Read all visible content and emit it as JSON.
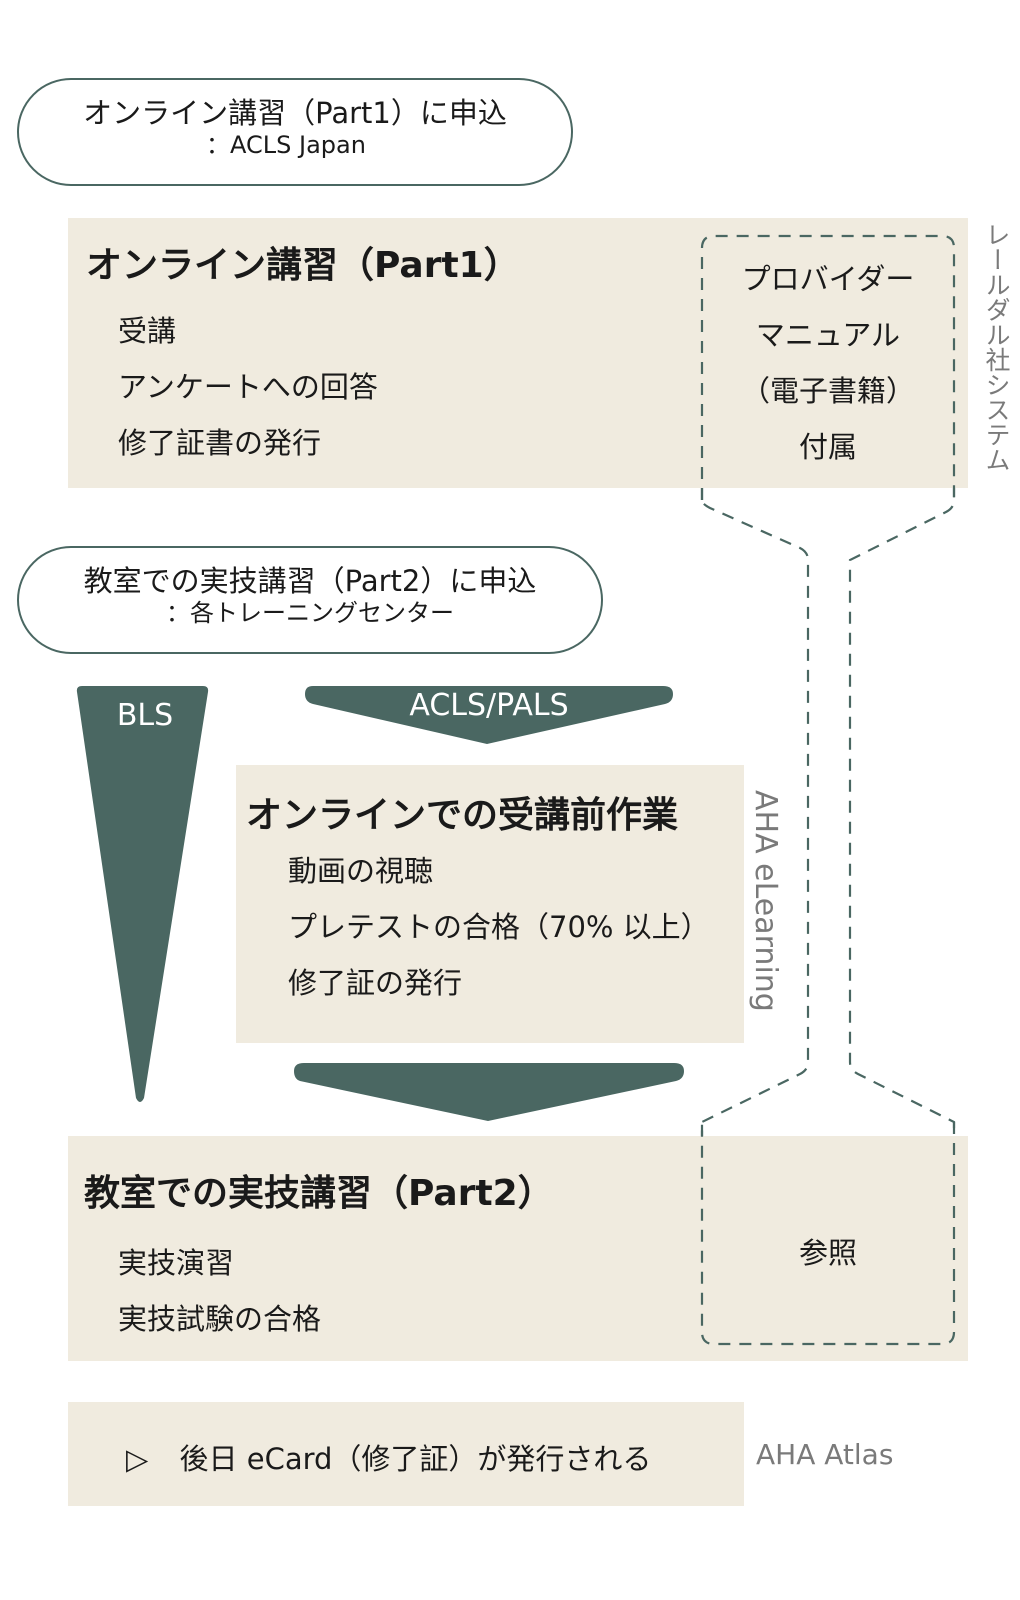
{
  "colors": {
    "accent": "#4a6762",
    "box_bg": "#f0ebdf",
    "side_label": "#7a7a7a"
  },
  "step1_apply": {
    "title": "オンライン講習（Part1）に申込",
    "provider": "：ACLS Japan"
  },
  "part1": {
    "title": "オンライン講習（Part1）",
    "items": [
      "受講",
      "アンケートへの回答",
      "修了証書の発行"
    ],
    "manual_lines": [
      "プロバイダー",
      "マニュアル",
      "（電子書籍）",
      "付属"
    ],
    "system_label": "レールダル社システム"
  },
  "step2_apply": {
    "title": "教室での実技講習（Part2）に申込",
    "provider": "：各トレーニングセンター"
  },
  "branches": {
    "bls_label": "BLS",
    "acls_pals_label": "ACLS/PALS"
  },
  "pre_course": {
    "title": "オンラインでの受講前作業",
    "items": [
      "動画の視聴",
      "プレテストの合格（70% 以上）",
      "修了証の発行"
    ],
    "system_label": "AHA eLearning"
  },
  "part2": {
    "title": "教室での実技講習（Part2）",
    "items": [
      "実技演習",
      "実技試験の合格"
    ],
    "reference_label": "参照"
  },
  "ecard": {
    "icon": "play-triangle-outline-icon",
    "text": "後日 eCard（修了証）が発行される",
    "system_label": "AHA Atlas"
  }
}
